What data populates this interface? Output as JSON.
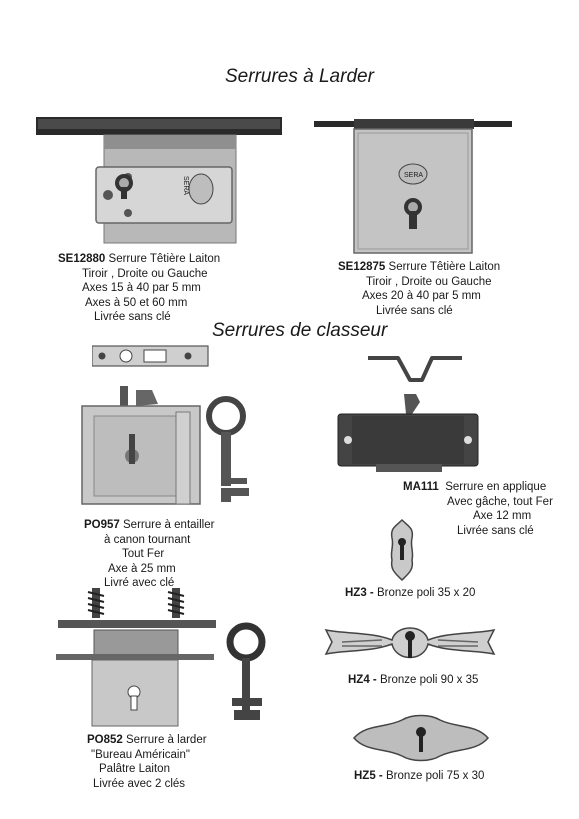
{
  "section_titles": {
    "larder": "Serrures à Larder",
    "classeur": "Serrures de classeur"
  },
  "products": {
    "se12880": {
      "ref": "SE12880",
      "line1": "Serrure Têtière Laiton",
      "line2": "Tiroir , Droite ou Gauche",
      "line3": "Axes 15 à 40 par 5 mm",
      "line4": "Axes à 50 et 60 mm",
      "line5": "Livrée sans clé"
    },
    "se12875": {
      "ref": "SE12875",
      "line1": "Serrure Têtière Laiton",
      "line2": "Tiroir , Droite ou Gauche",
      "line3": "Axes 20 à 40 par 5 mm",
      "line4": "Livrée sans clé"
    },
    "po957": {
      "ref": "PO957",
      "line1": "Serrure à entailler",
      "line2": "à canon tournant",
      "line3": "Tout Fer",
      "line4": "Axe à 25 mm",
      "line5": "Livré avec clé"
    },
    "ma111": {
      "ref": "MA111",
      "line1": "Serrure en applique",
      "line2": "Avec gâche, tout Fer",
      "line3": "Axe 12 mm",
      "line4": "Livrée sans clé"
    },
    "hz3": {
      "ref": "HZ3 -",
      "desc": "Bronze poli 35 x 20"
    },
    "hz4": {
      "ref": "HZ4 -",
      "desc": "Bronze poli 90 x 35"
    },
    "hz5": {
      "ref": "HZ5 -",
      "desc": "Bronze poli 75 x 30"
    },
    "po852": {
      "ref": "PO852",
      "line1": "Serrure à larder",
      "line2": "\"Bureau Américain\"",
      "line3": "Palâtre Laiton",
      "line4": "Livrée avec 2 clés"
    }
  },
  "logo_text": "SERA"
}
